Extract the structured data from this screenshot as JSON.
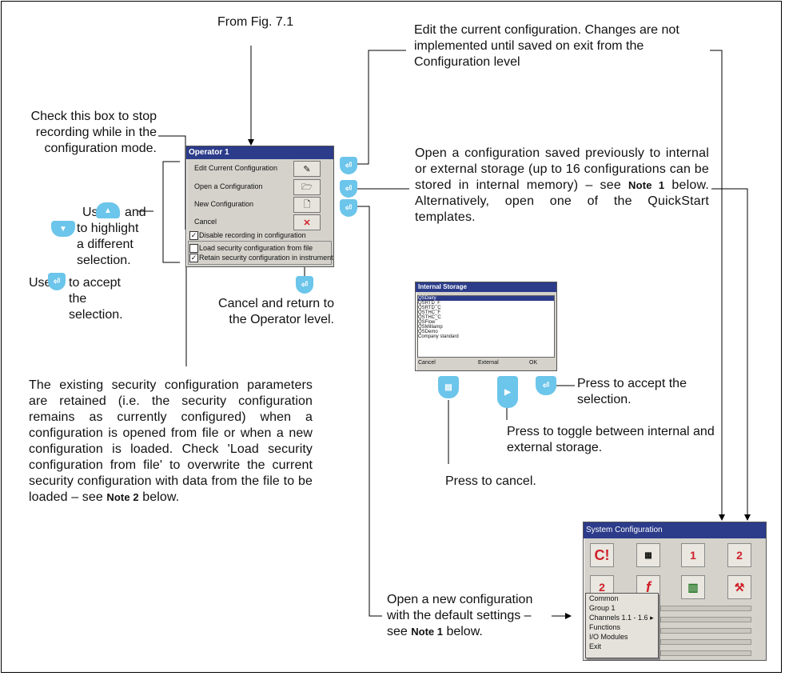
{
  "captions": {
    "from_fig": "From Fig. 7.1",
    "edit_current": "Edit the current configuration. Changes are not implemented until saved on exit from the Configuration level",
    "open_saved_a": "Open a configuration saved previously to internal or external storage (up to 16 configurations can be stored in internal memory) –",
    "open_saved_see": "see",
    "open_saved_note": "Note 1",
    "open_saved_b": "below. Alternatively, open one of the QuickStart templates.",
    "check_box": "Check this box to stop recording while in the configuration mode.",
    "use_1": "Use",
    "and": "and",
    "to_highlight": "to highlight a different selection.",
    "use_2": "Use",
    "to_accept": "to accept the selection.",
    "cancel_return": "Cancel and return to the Operator level.",
    "existing_a": "The existing security configuration parameters are retained (i.e. the security configuration remains as currently configured) when a configuration is opened from file or when a new configuration is loaded. Check 'Load security configuration from file' to overwrite the current security configuration with data from the file to be loaded – see",
    "existing_note": "Note 2",
    "existing_b": "below.",
    "press_accept": "Press to accept the selection.",
    "press_toggle": "Press to toggle between internal and external storage.",
    "press_cancel": "Press to cancel.",
    "open_new_a": "Open a new configuration with the default settings –",
    "open_new_see": "see",
    "open_new_note": "Note 1",
    "open_new_b": "below."
  },
  "operator_dialog": {
    "title": "Operator 1",
    "items": [
      "Edit Current Configuration",
      "Open a Configuration",
      "New Configuration",
      "Cancel"
    ],
    "disable_recording": "Disable recording in configuration",
    "load_security": "Load security configuration from file",
    "retain_security": "Retain security configuration in instrument"
  },
  "internal_storage": {
    "title": "Internal Storage",
    "files": [
      "QSDairy",
      "QSRTD_F",
      "QSRTD_C",
      "QSTHC_F",
      "QSTHC_C",
      "QSFlow",
      "QSMilliamp",
      "QSDemo",
      "Company standard"
    ],
    "cancel": "Cancel",
    "external": "External",
    "ok": "OK"
  },
  "system_config": {
    "title": "System Configuration",
    "menu": [
      "Common",
      "Group 1",
      "Channels 1.1 - 1.6",
      "Functions",
      "I/O Modules",
      "Exit"
    ]
  },
  "colors": {
    "title_bar": "#2c3c8a",
    "button_blue": "#6cc5ea",
    "icon_red": "#d0202a"
  }
}
